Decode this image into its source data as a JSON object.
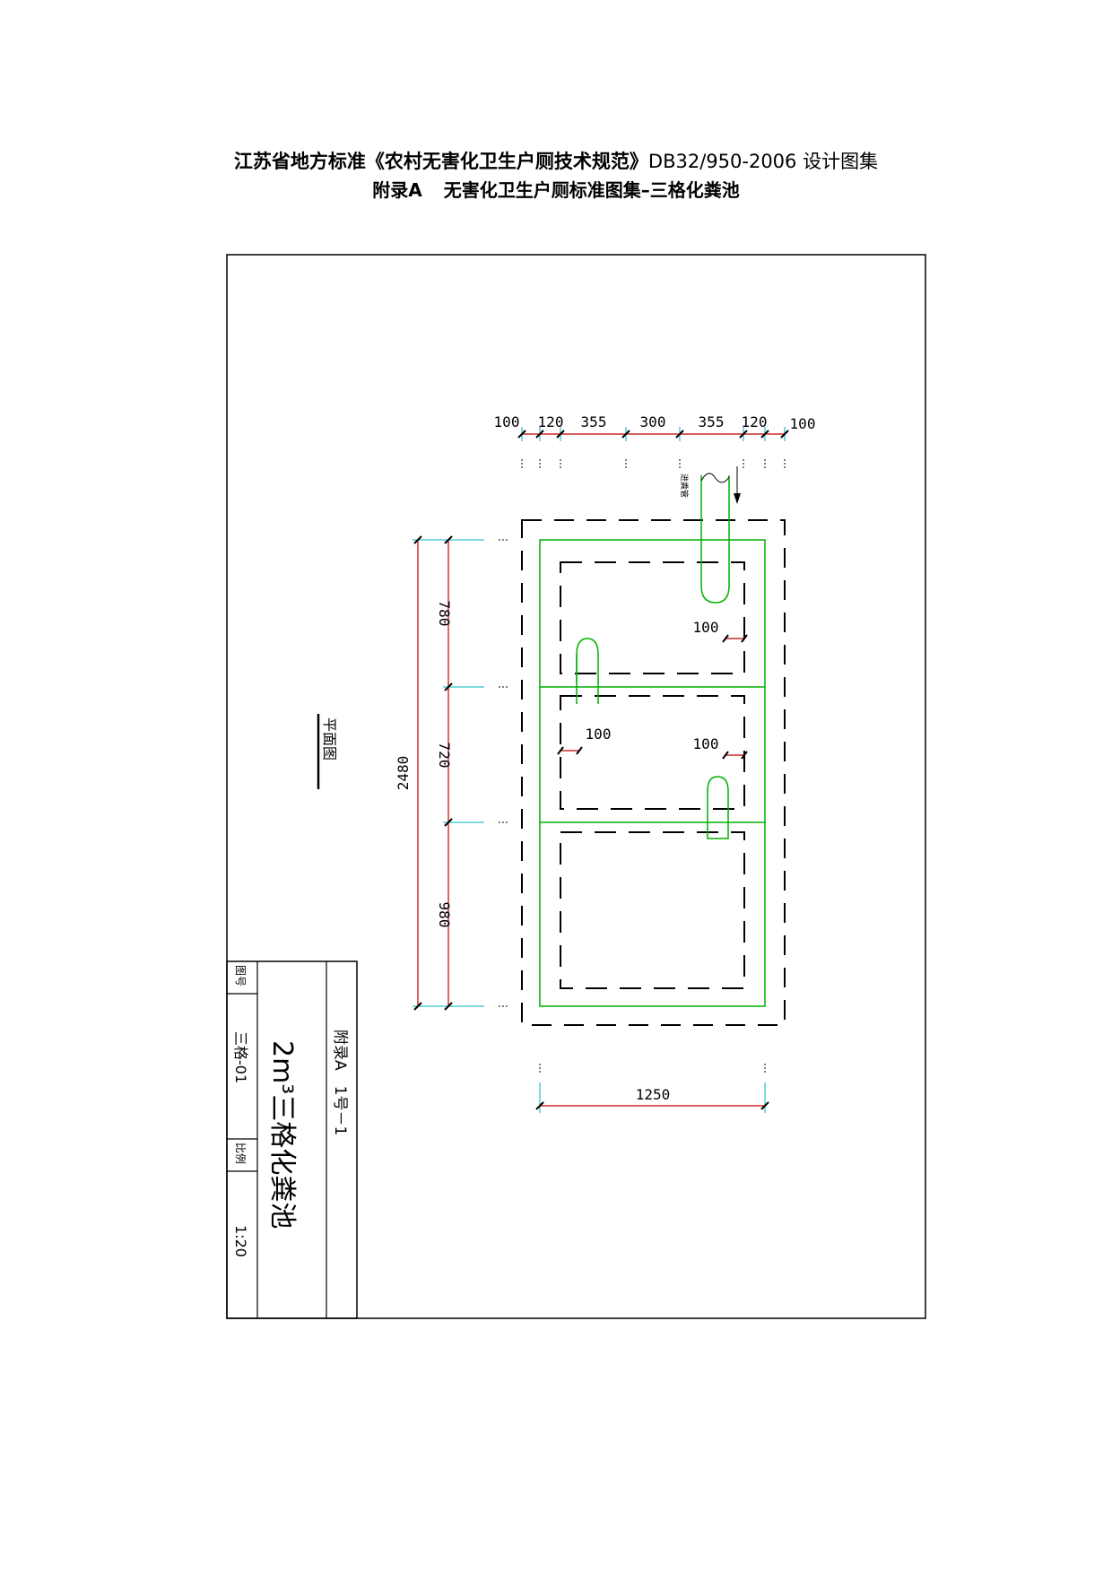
{
  "header": {
    "line1_bold": "江苏省地方标准《农村无害化卫生户厕技术规范》",
    "line1_normal": "DB32/950-2006 设计图集",
    "line2_prefix": "附录A",
    "line2_main": "无害化卫生户厕标准图集–三格化粪池"
  },
  "drawing": {
    "view_label": "平面图",
    "top_dims": [
      "100",
      "120",
      "355",
      "300",
      "355",
      "120",
      "100"
    ],
    "left_dims": [
      "780",
      "720",
      "980"
    ],
    "total_height_dim": "2480",
    "bottom_dim": "1250",
    "inner_dim_a": "100",
    "inner_dim_b": "100",
    "inner_dim_c": "100",
    "inlet_label": "进粪管"
  },
  "title_block": {
    "drawing_no_label": "图号",
    "drawing_no": "三格-01",
    "scale_label": "比例",
    "scale": "1:20",
    "title": "2m³三格化粪池",
    "ref": "附录A　1号－1"
  },
  "colors": {
    "frame": "#000000",
    "dimension_line": "#c00000",
    "extension_line": "#00b0c0",
    "inner_wall": "#00b000"
  }
}
